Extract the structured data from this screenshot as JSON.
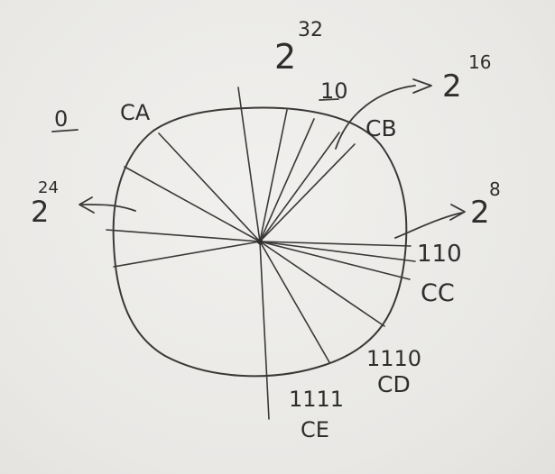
{
  "labels": {
    "zero": "0",
    "top_base": "2",
    "top_exp": "32",
    "ca": "CA",
    "ten": "10",
    "cb": "CB",
    "right_top_base": "2",
    "right_top_exp": "16",
    "left_base": "2",
    "left_exp": "24",
    "right_base": "2",
    "right_exp": "8",
    "one_ten": "110",
    "cc": "CC",
    "one_one_ten": "1110",
    "cd": "CD",
    "one_one_one_one": "1111",
    "ce": "CE"
  },
  "colors": {
    "ink": "#3a3938",
    "board": "#ecebe8"
  }
}
